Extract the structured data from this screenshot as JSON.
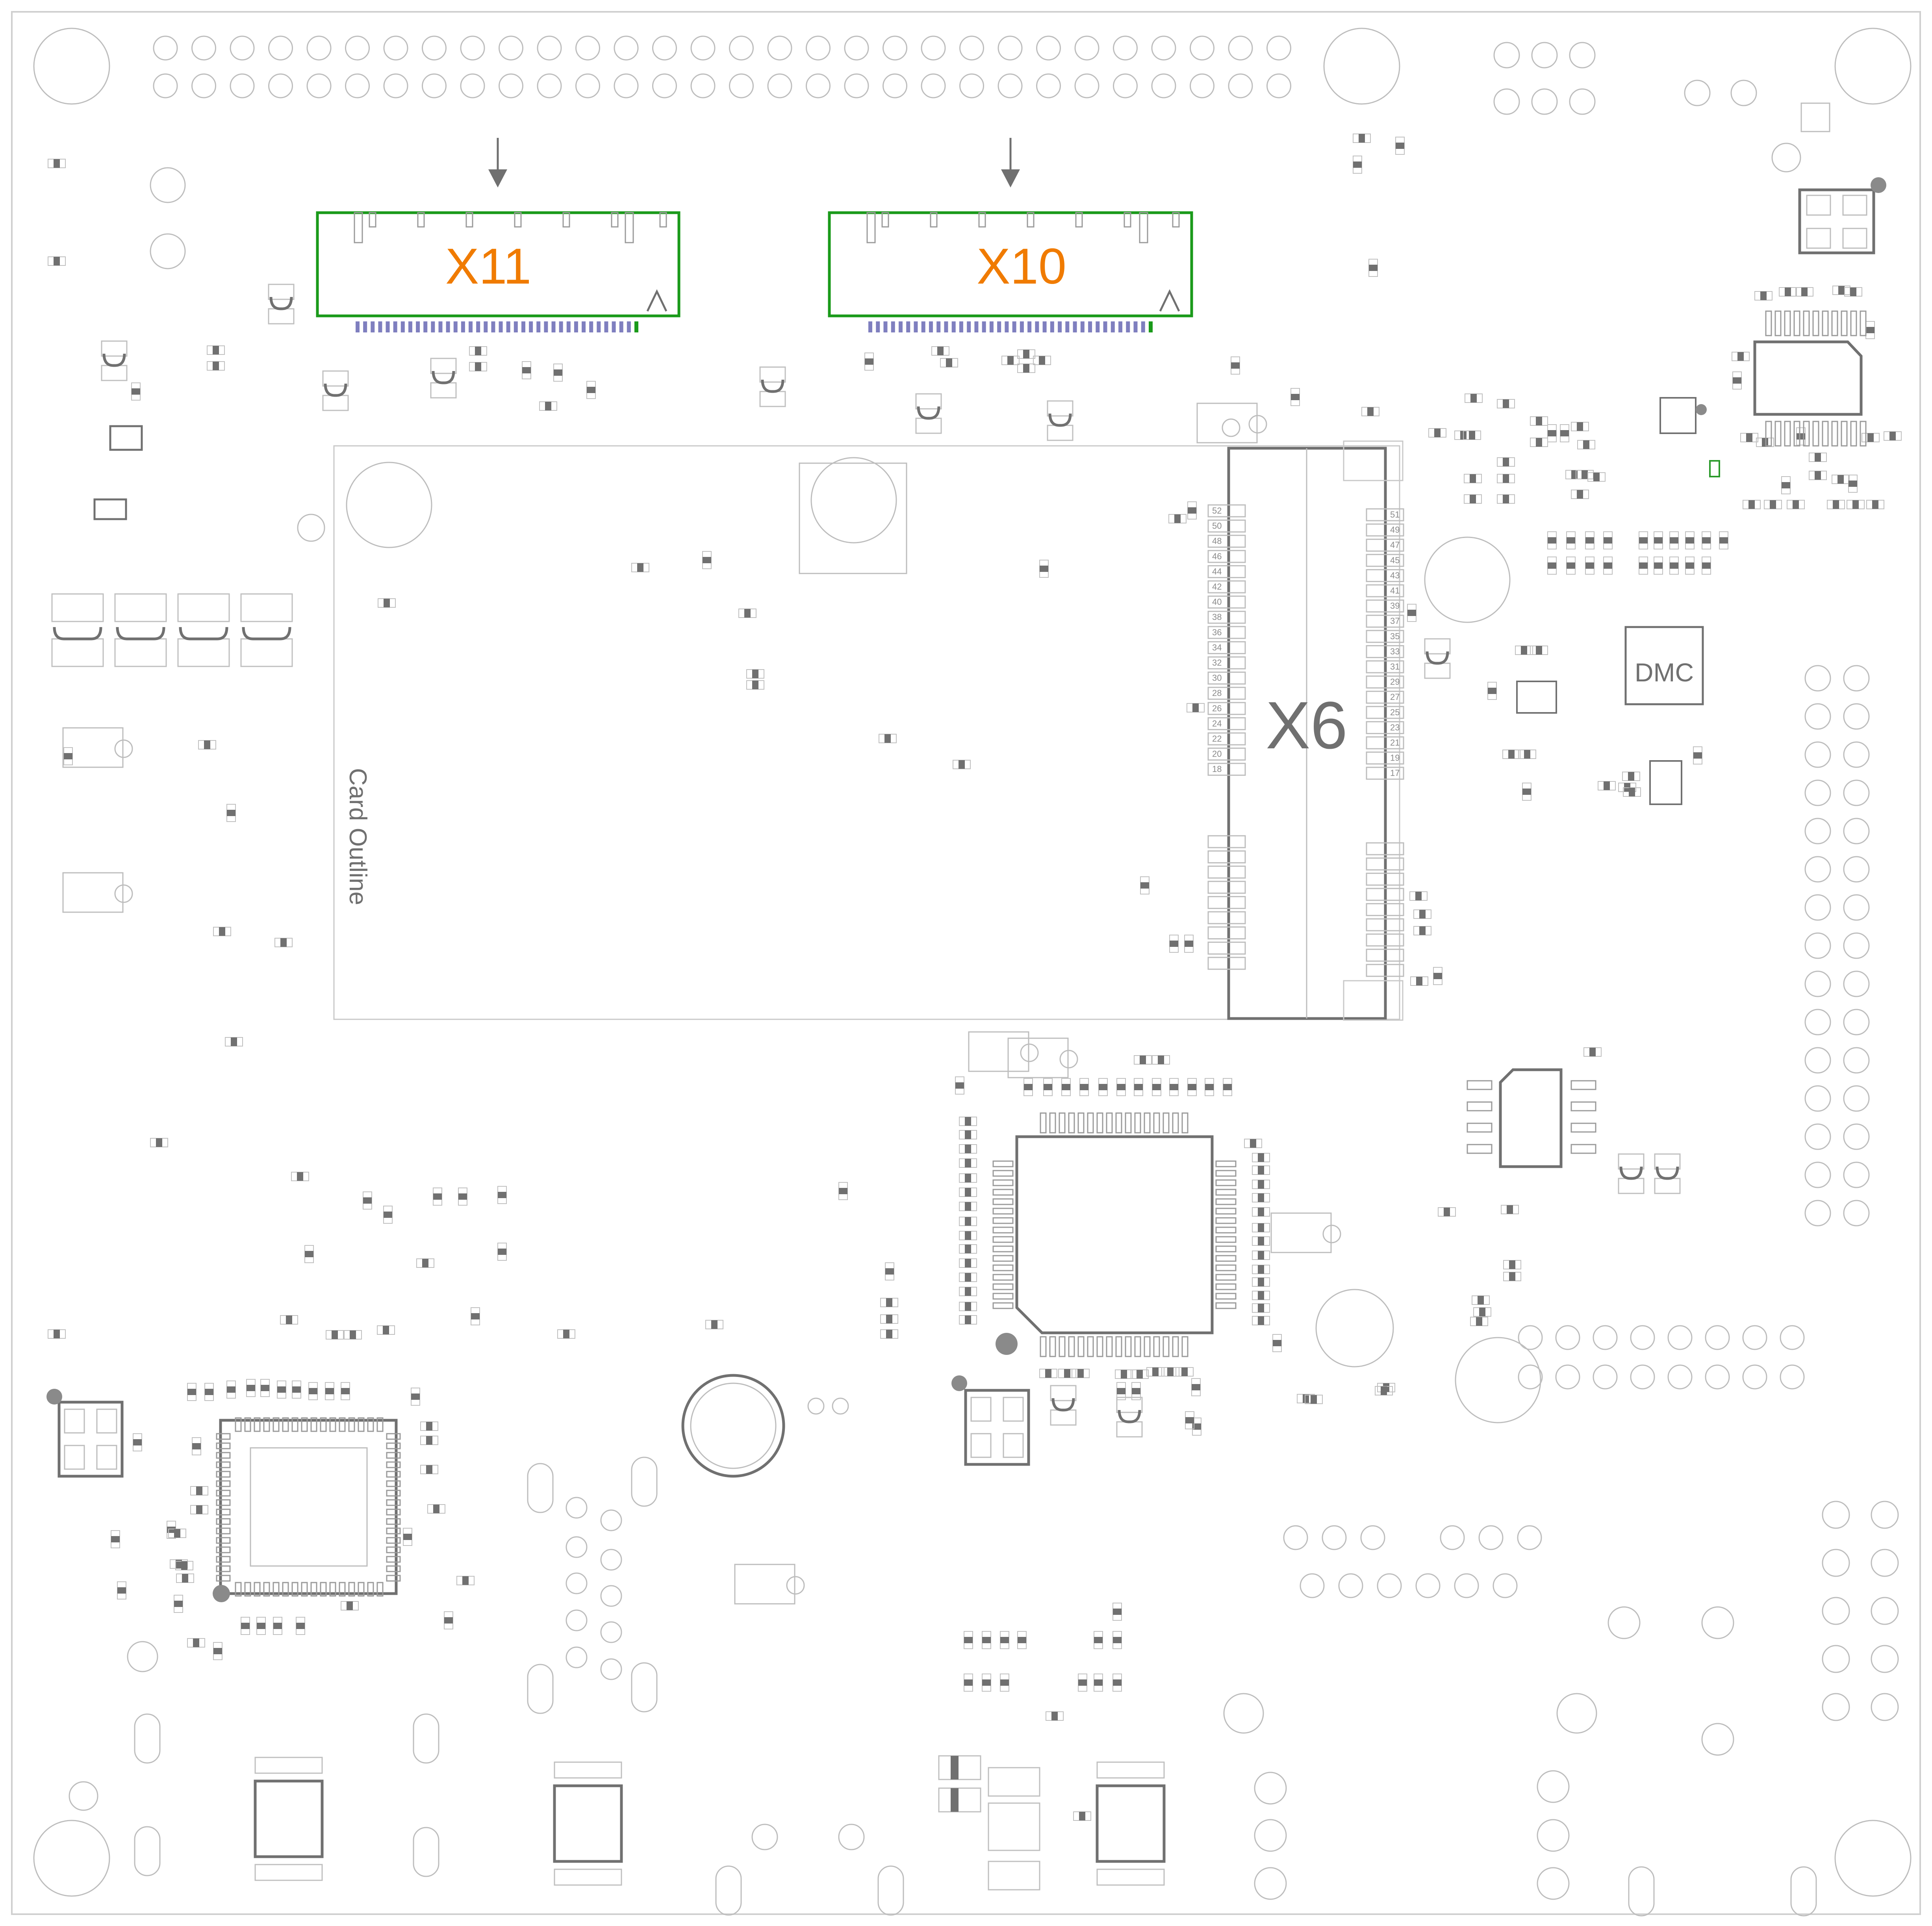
{
  "labels": {
    "x11": "X11",
    "x10": "X10",
    "x6": "X6",
    "card_outline": "Card Outline",
    "dmc": "DMC"
  },
  "x6_pin_numbers_left": [
    "52",
    "50",
    "48",
    "46",
    "44",
    "42",
    "40",
    "38",
    "36",
    "34",
    "32",
    "30",
    "28",
    "26",
    "24",
    "22",
    "20",
    "18"
  ],
  "x6_pin_numbers_right": [
    "51",
    "49",
    "47",
    "45",
    "43",
    "41",
    "39",
    "37",
    "35",
    "33",
    "31",
    "29",
    "27",
    "25",
    "23",
    "21",
    "19",
    "17"
  ],
  "colors": {
    "outline": "#c8c8c8",
    "component": "#6e6e6e",
    "connector_green": "#1a9a1a",
    "label_orange": "#f07b00",
    "pad_dark": "#707070",
    "pad_light": "#bfbfbf",
    "fpc_pin": "#7f7fbf"
  }
}
